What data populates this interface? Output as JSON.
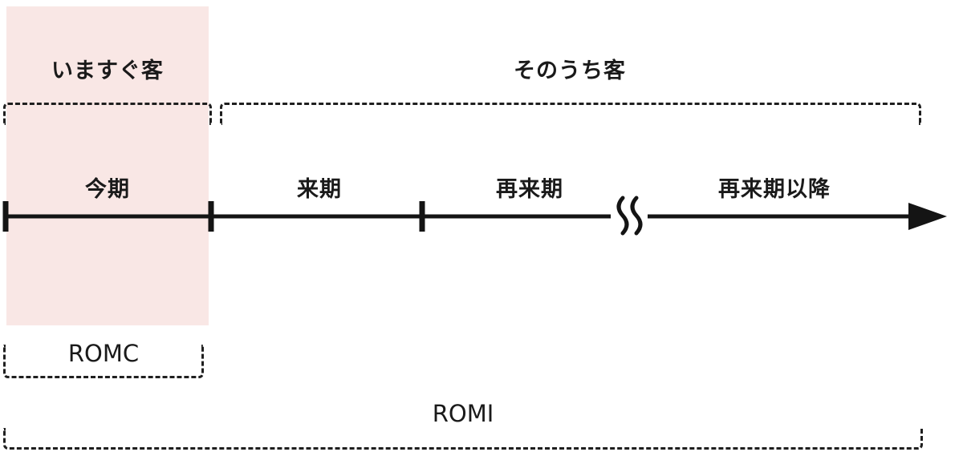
{
  "diagram": {
    "segments": {
      "immediate_label": "いますぐ客",
      "eventual_label": "そのうち客"
    },
    "timeline_periods": [
      "今期",
      "来期",
      "再来期",
      "再来期以降"
    ],
    "metrics": {
      "romc": "ROMC",
      "romi": "ROMI"
    },
    "colors": {
      "highlight_fill": "#f9e7e5",
      "line": "#141414",
      "text": "#1a1a1a",
      "bracket_dash": "#1f1f1f"
    }
  }
}
